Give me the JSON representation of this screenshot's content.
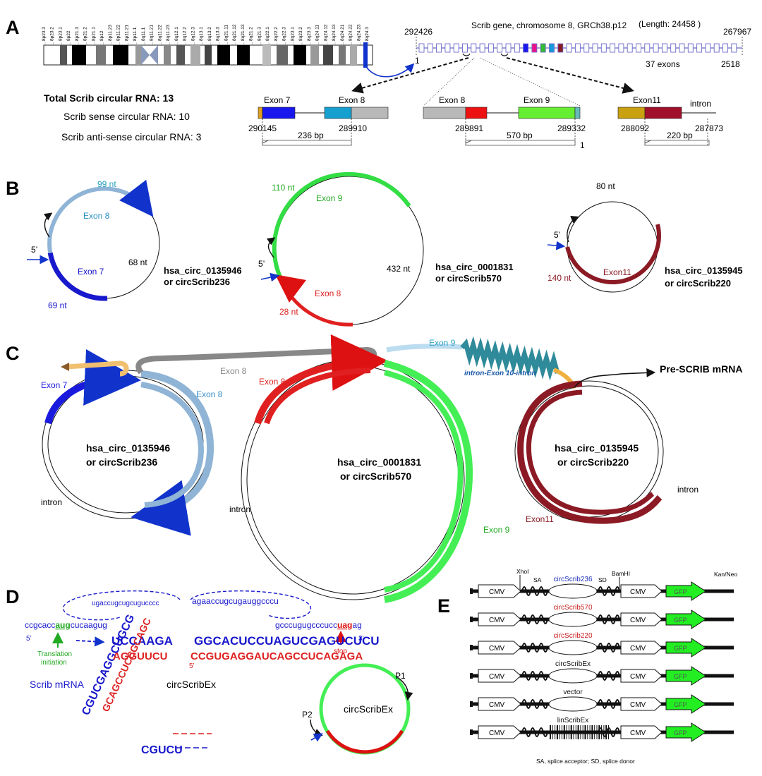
{
  "panels": {
    "a": "A",
    "b": "B",
    "c": "C",
    "d": "D",
    "e": "E"
  },
  "panel_a": {
    "bands": [
      "8p23.3",
      "8p23.2",
      "8p23.1",
      "8p22",
      "8p21.3",
      "8p21.2",
      "8p21.1",
      "8p12",
      "8p11.23",
      "8p11.22",
      "8p11.21",
      "8p11.1",
      "8q11.1",
      "8q11.21",
      "8q11.22",
      "8q11.23",
      "8q12.1",
      "8q12.2",
      "8q12.3",
      "8q13.1",
      "8q13.2",
      "8q13.3",
      "8q21.11",
      "8q21.12",
      "8q21.13",
      "8q21.2",
      "8q21.3",
      "8q22.1",
      "8q22.2",
      "8q22.3",
      "8q23.1",
      "8q23.2",
      "8q23.3",
      "8q24.11",
      "8q24.12",
      "8q24.13",
      "8q24.21",
      "8q24.22",
      "8q24.23",
      "8q24.3"
    ],
    "gene_title": "Scrib gene,  chromosome 8, GRCh38.p12",
    "length_label": "(Length: 24458 )",
    "coord_left": "292426",
    "coord_right": "267967",
    "pos_one": "1",
    "pos_end": "2518",
    "exon_count": "37 exons",
    "total": "Total Scrib circular RNA: 13",
    "sense": "Scrib sense circular RNA: 10",
    "antisense": "Scrib anti-sense circular RNA: 3",
    "box1": {
      "exon7": "Exon 7",
      "exon8": "Exon 8",
      "c1": "290145",
      "c2": "289910",
      "bp": "236 bp"
    },
    "box2": {
      "exon8": "Exon 8",
      "exon9": "Exon 9",
      "c1": "289891",
      "c2": "289332",
      "bp": "570 bp",
      "one": "1"
    },
    "box3": {
      "exon11": "Exon11",
      "intron": "intron",
      "c1": "288092",
      "c2": "287873",
      "bp": "220 bp"
    }
  },
  "panel_b": {
    "c1": {
      "top_nt": "99 nt",
      "exon8": "Exon 8",
      "exon7": "Exon 7",
      "right_nt": "68 nt",
      "bottom_nt": "69 nt",
      "five": "5’",
      "name1": "hsa_circ_0135946",
      "name2": "or circScrib236"
    },
    "c2": {
      "top_nt": "110 nt",
      "exon9": "Exon 9",
      "exon8": "Exon 8",
      "right_nt": "432 nt",
      "bottom_nt": "28 nt",
      "five": "5’",
      "name1": "hsa_circ_0001831",
      "name2": "or circScrib570"
    },
    "c3": {
      "top_nt": "80 nt",
      "exon11": "Exon11",
      "left_nt": "140 nt",
      "five": "5’",
      "name1": "hsa_circ_0135945",
      "name2": "or circScrib220"
    }
  },
  "panel_c": {
    "exon7": "Exon 7",
    "exon8_a": "Exon 8",
    "exon8_gray": "Exon 8",
    "exon8_red": "Exon 8",
    "exon9_top": "Exon 9",
    "exon9_bottom": "Exon 9",
    "intron_exon10": "intron-Exon 10-intron",
    "pre_mrna": "Pre-SCRIB mRNA",
    "c1_name1": "hsa_circ_0135946",
    "c1_name2": "or circScrib236",
    "c2_name1": "hsa_circ_0001831",
    "c2_name2": "or circScrib570",
    "c3_name1": "hsa_circ_0135945",
    "c3_name2": "or circScrib220",
    "intron1": "intron",
    "intron2": "intron",
    "intron3": "intron",
    "exon11": "Exon11"
  },
  "panel_d": {
    "loop1": "ugaccugcugcugucccc",
    "loop2": "agaaccugcugauggcccu",
    "left_seq_a": "ccgcacc",
    "left_seq_aug": "aug",
    "left_seq_b": "cucaagug",
    "right_seq_a": "gcccugugcccucc",
    "right_seq_uag": "uag",
    "right_seq_b": "ag",
    "five_left": "5’",
    "three_right": "3’",
    "five_red": "5’",
    "translation": "Translation",
    "initiation": "initiation",
    "stop": "stop",
    "scrib_mrna": "Scrib mRNA",
    "center": "circScribEx",
    "top_left_big": "UCCAAGA",
    "top_right_big": "GGCACUCCUAGUCGAGUCUCU",
    "left_big": "CGUCGAGGCUGCG",
    "bottom_big": "CGUCU",
    "red_top_right": "CCGUGAGGAUCAGCCUCAGAGA",
    "red_top_left": "AGGUUCU",
    "red_left": "GCAGCCUCCGCAGC",
    "small_circle": "circScribEx",
    "p1": "P1",
    "p2": "P2"
  },
  "panel_e": {
    "rows": [
      {
        "insert": "circScribEx",
        "label": "circScrib236",
        "label_color": "#2233bb",
        "linear": false
      },
      {
        "insert": "circScribEx",
        "label": "circScrib570",
        "label_color": "#cc2222",
        "linear": false
      },
      {
        "insert": "circScribEx",
        "label": "circScrib220",
        "label_color": "#cc2222",
        "linear": false
      },
      {
        "insert": "circScribEx",
        "label": "circScribEx",
        "label_color": "#111111",
        "linear": false
      },
      {
        "insert": "vector",
        "label": "vector",
        "label_color": "#111111",
        "linear": false
      },
      {
        "insert": "linScribEx",
        "label": "linScribEx",
        "label_color": "#111111",
        "linear": true
      }
    ],
    "cmv": "CMV",
    "gfp": "GFP",
    "xhoi": "XhoI",
    "sa": "SA",
    "sd": "SD",
    "bamhi": "BamHI",
    "kan": "Kan/Neo",
    "footnote": "SA, splice acceptor; SD, splice donor"
  }
}
